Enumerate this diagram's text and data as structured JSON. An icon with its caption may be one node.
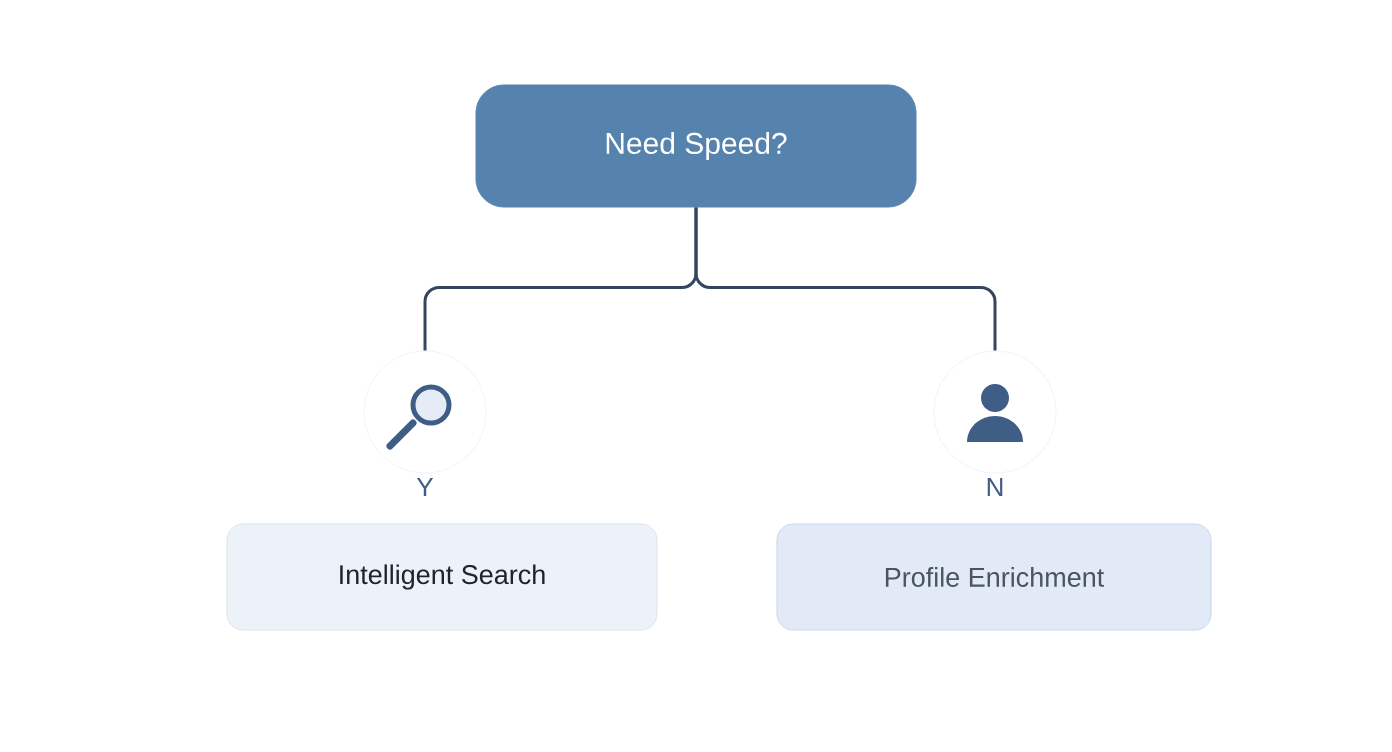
{
  "diagram": {
    "nodes": [
      {
        "text": [
          "Need Speed?"
        ]
      },
      {
        "text": [],
        "shape": "circle",
        "beside": [
          "Y"
        ]
      },
      {
        "text": [],
        "shape": "circle",
        "beside": [
          "N"
        ]
      },
      {
        "text": [
          "Intelligent Search"
        ]
      },
      {
        "text": [
          "Profile Enrichment"
        ]
      }
    ],
    "edges": [
      {
        "from": 0,
        "to": 1,
        "arrow": "none"
      },
      {
        "from": 0,
        "to": 2,
        "arrow": "none"
      }
    ]
  }
}
